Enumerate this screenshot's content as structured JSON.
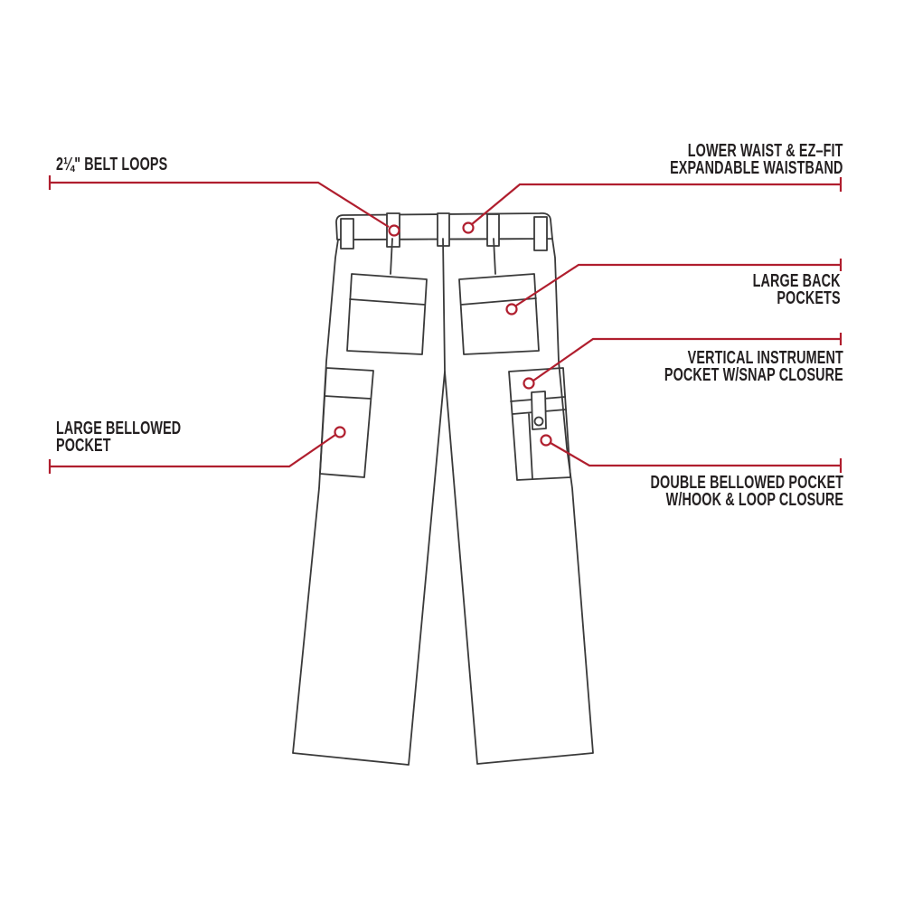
{
  "theme": {
    "accent-red": "#b01e2e",
    "line-dark": "#3a3a3a",
    "text-black": "#231f20",
    "background": "#ffffff"
  },
  "diagram": {
    "subject": "work-pants-back-view-feature-diagram",
    "callouts": [
      {
        "id": "belt-loops",
        "side": "left",
        "lines": [
          "2¼\" BELT LOOPS"
        ]
      },
      {
        "id": "waistband",
        "side": "right",
        "lines": [
          "LOWER WAIST & EZ–FIT",
          "EXPANDABLE WAISTBAND"
        ]
      },
      {
        "id": "back-pockets",
        "side": "right",
        "lines": [
          "LARGE BACK",
          "POCKETS"
        ]
      },
      {
        "id": "instrument-pocket",
        "side": "right",
        "lines": [
          "VERTICAL INSTRUMENT",
          "POCKET W/SNAP CLOSURE"
        ]
      },
      {
        "id": "bellowed-pocket",
        "side": "left",
        "lines": [
          "LARGE BELLOWED",
          "POCKET"
        ]
      },
      {
        "id": "double-bellowed-pocket",
        "side": "right",
        "lines": [
          "DOUBLE BELLOWED POCKET",
          "W/HOOK & LOOP CLOSURE"
        ]
      }
    ]
  }
}
